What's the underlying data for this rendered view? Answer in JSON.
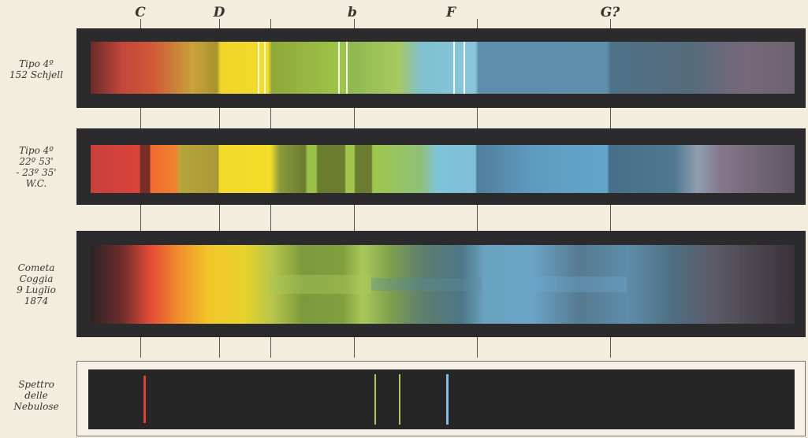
{
  "line_labels": {
    "C": "C",
    "D": "D",
    "b": "b",
    "F": "F",
    "G": "G?"
  },
  "spectra": [
    {
      "label_lines": [
        "Tipo 4º",
        "152 Schjell"
      ]
    },
    {
      "label_lines": [
        "Tipo 4º",
        "22º 53'",
        "- 23º 35'",
        "W.C."
      ]
    },
    {
      "label_lines": [
        "Cometa",
        "Coggia",
        "9 Luglio",
        "1874"
      ]
    },
    {
      "label_lines": [
        "Spettro",
        "delle",
        "Nebulose"
      ]
    }
  ],
  "colors": {
    "paper": "#f3eddd",
    "frame": "#2b2b2d",
    "red": "#d9433a",
    "orange": "#f0822f",
    "yellow": "#f3da2a",
    "green": "#9fc54a",
    "cyan": "#7fc4d9",
    "blue": "#5a8fae",
    "violet": "#8a7a8c",
    "nebula_red": "#e14236",
    "nebula_green": "#a9c75a",
    "nebula_cyan": "#7ec2dd"
  }
}
